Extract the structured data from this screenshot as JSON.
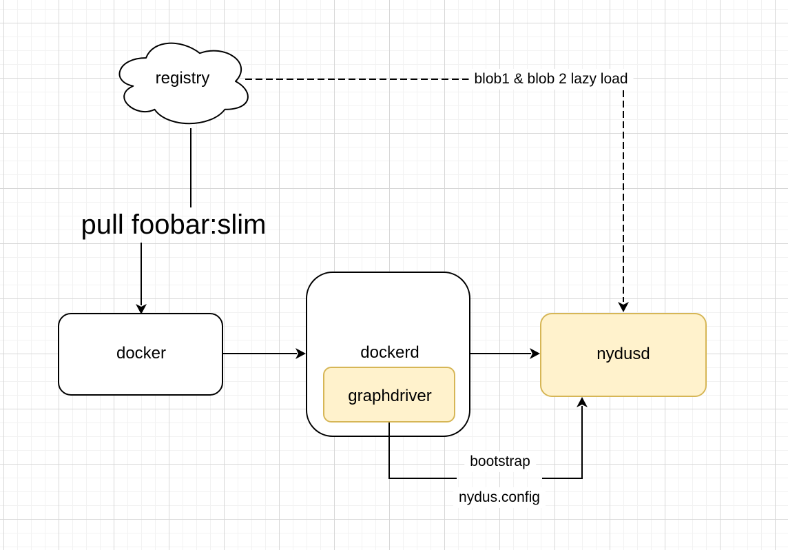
{
  "nodes": {
    "registry": {
      "label": "registry"
    },
    "docker": {
      "label": "docker"
    },
    "dockerd": {
      "label": "dockerd"
    },
    "graphdriver": {
      "label": "graphdriver"
    },
    "nydusd": {
      "label": "nydusd"
    }
  },
  "labels": {
    "pull_command": "pull foobar:slim",
    "lazy_load": "blob1 & blob 2 lazy load",
    "bootstrap": "bootstrap",
    "nydus_config": "nydus.config"
  },
  "colors": {
    "highlight_fill": "#FFF2CC",
    "highlight_stroke": "#D6B656",
    "node_fill": "#FFFFFF",
    "node_stroke": "#000000",
    "edge_color": "#000000",
    "grid_minor": "#F2F2F2",
    "grid_major": "#D7D7D7",
    "background": "#FFFFFF"
  }
}
